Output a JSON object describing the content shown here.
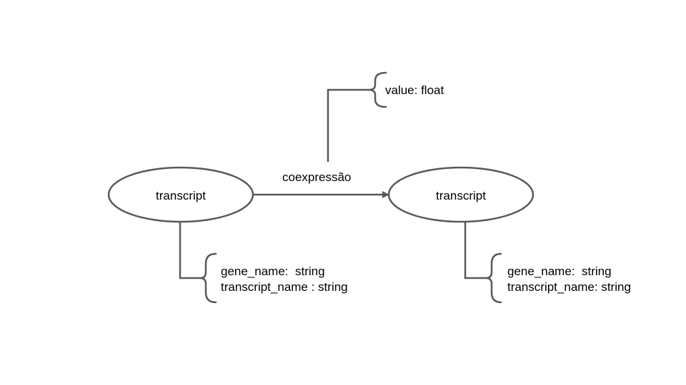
{
  "nodes": {
    "left": {
      "label": "transcript"
    },
    "right": {
      "label": "transcript"
    }
  },
  "edge": {
    "label": "coexpressão",
    "property": "value: float"
  },
  "left_properties": [
    "gene_name:  string",
    "transcript_name : string"
  ],
  "right_properties": [
    "gene_name:  string",
    "transcript_name: string"
  ],
  "colors": {
    "stroke": "#595959",
    "text": "#000000",
    "background": "#ffffff"
  }
}
